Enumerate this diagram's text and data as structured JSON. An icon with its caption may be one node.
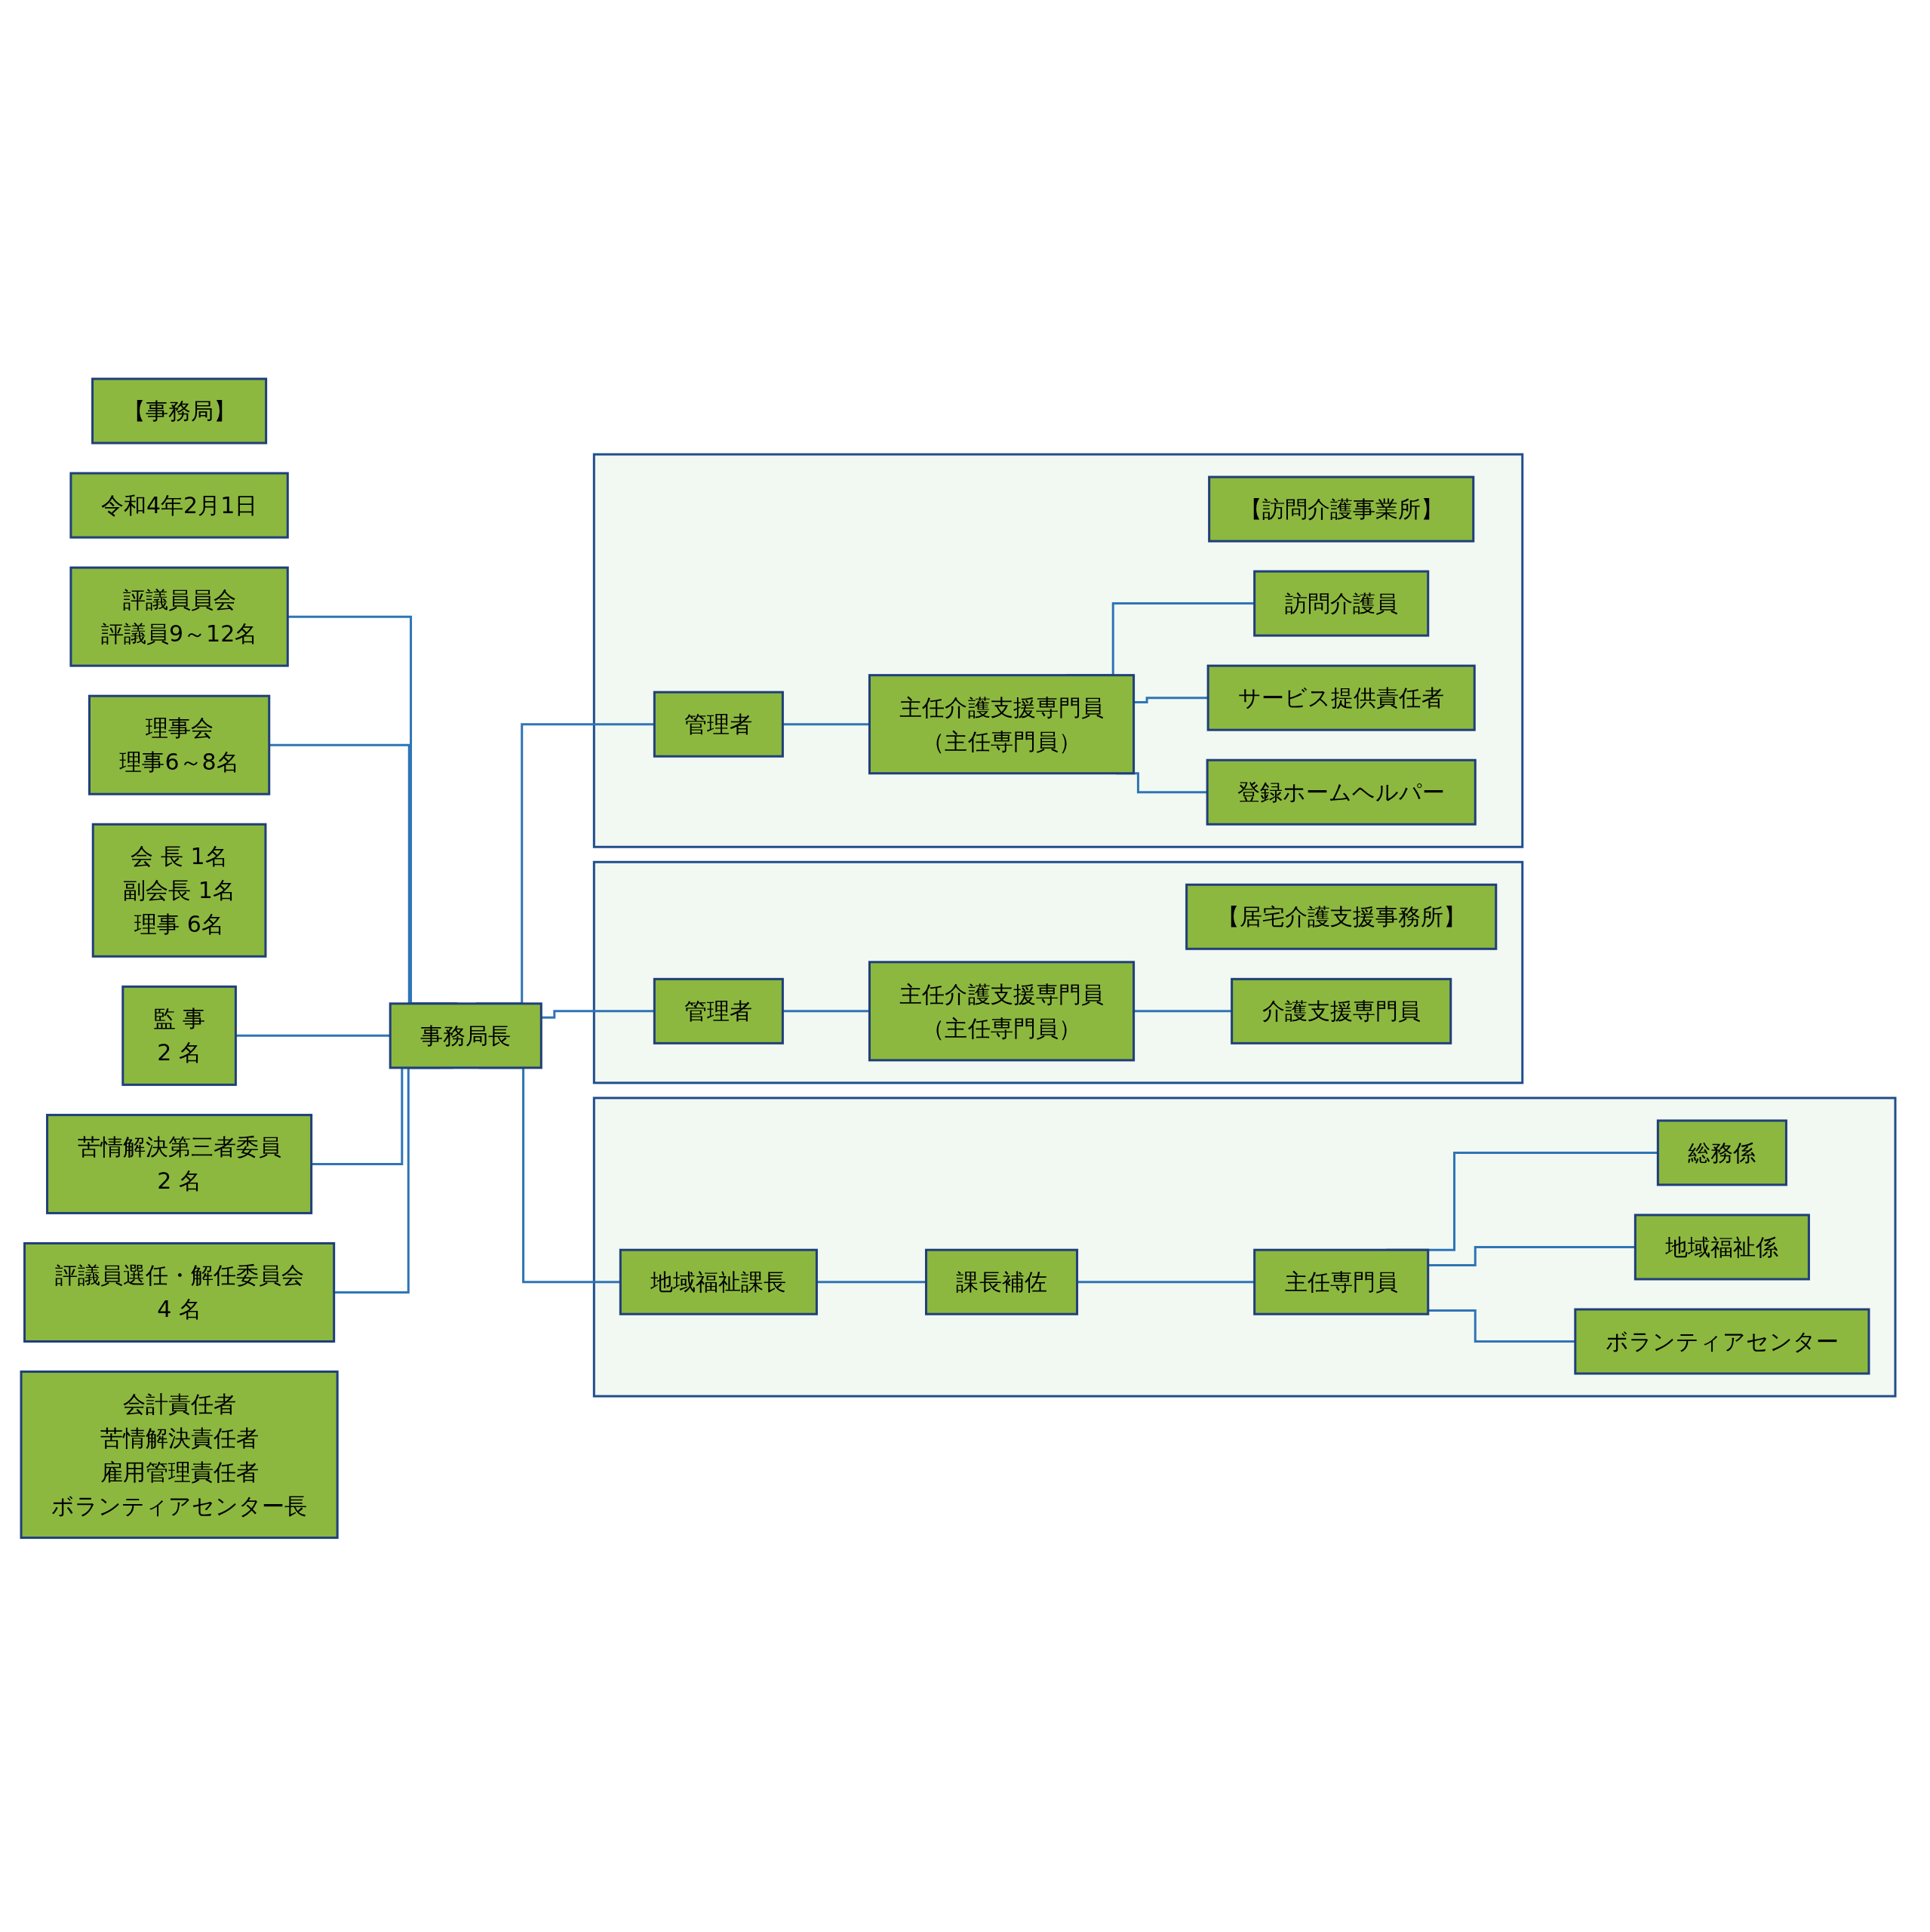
{
  "diagram": {
    "nodes": [
      {
        "text": [
          "【事務局】"
        ]
      },
      {
        "text": [
          "令和4年2月1日"
        ]
      },
      {
        "text": [
          "評議員員会",
          "評議員9～12名"
        ]
      },
      {
        "text": [
          "理事会",
          "理事6～8名"
        ]
      },
      {
        "text": [
          "会 長 1名",
          "副会長 1名",
          "理事 6名"
        ]
      },
      {
        "text": [
          "監 事",
          "2 名"
        ]
      },
      {
        "text": [
          "苦情解決第三者委員",
          "2 名"
        ]
      },
      {
        "text": [
          "評議員選任・解任委員会",
          "4 名"
        ]
      },
      {
        "text": [
          "事務局長"
        ]
      },
      {
        "text": [
          "会計責任者",
          "苦情解決責任者",
          "雇用管理責任者",
          "ボランティアセンター長"
        ]
      },
      {
        "text": [],
        "shape": "box"
      },
      {
        "text": [
          "地域福祉課長"
        ],
        "in": 10
      },
      {
        "text": [
          "課長補佐"
        ],
        "in": 10
      },
      {
        "text": [
          "主任専門員"
        ],
        "in": 10
      },
      {
        "text": [
          "総務係"
        ],
        "in": 10
      },
      {
        "text": [
          "地域福祉係"
        ],
        "in": 10
      },
      {
        "text": [
          "ボランティアセンター"
        ],
        "in": 10
      },
      {
        "text": [],
        "shape": "box"
      },
      {
        "text": [
          "【居宅介護支援事務所】"
        ],
        "in": 17
      },
      {
        "text": [
          "管理者"
        ],
        "in": 17
      },
      {
        "text": [
          "主任介護支援専門員",
          "（主任専門員）"
        ],
        "in": 17
      },
      {
        "text": [
          "介護支援専門員"
        ],
        "in": 17
      },
      {
        "text": [],
        "shape": "box"
      },
      {
        "text": [
          "【訪問介護事業所】"
        ],
        "in": 22
      },
      {
        "text": [
          "管理者"
        ],
        "in": 22
      },
      {
        "text": [
          "主任介護支援専門員",
          "（主任専門員）"
        ],
        "in": 22
      },
      {
        "text": [
          "訪問介護員"
        ],
        "in": 22
      },
      {
        "text": [
          "サービス提供責任者"
        ],
        "in": 22
      },
      {
        "text": [
          "登録ホームヘルパー"
        ],
        "in": 22
      }
    ],
    "edges": [
      {
        "from": 2,
        "to": 8,
        "arrow": "none"
      },
      {
        "from": 3,
        "to": 8,
        "arrow": "none"
      },
      {
        "from": 5,
        "to": 8,
        "arrow": "none"
      },
      {
        "from": 6,
        "to": 8,
        "arrow": "none"
      },
      {
        "from": 7,
        "to": 8,
        "arrow": "none"
      },
      {
        "from": 8,
        "to": 11,
        "arrow": "none"
      },
      {
        "from": 8,
        "to": 19,
        "arrow": "none"
      },
      {
        "from": 8,
        "to": 24,
        "arrow": "none"
      },
      {
        "from": 11,
        "to": 12,
        "arrow": "none"
      },
      {
        "from": 12,
        "to": 13,
        "arrow": "none"
      },
      {
        "from": 13,
        "to": 14,
        "arrow": "none"
      },
      {
        "from": 13,
        "to": 15,
        "arrow": "none"
      },
      {
        "from": 13,
        "to": 16,
        "arrow": "none"
      },
      {
        "from": 19,
        "to": 20,
        "arrow": "none"
      },
      {
        "from": 20,
        "to": 21,
        "arrow": "none"
      },
      {
        "from": 24,
        "to": 25,
        "arrow": "none"
      },
      {
        "from": 25,
        "to": 26,
        "arrow": "none"
      },
      {
        "from": 25,
        "to": 27,
        "arrow": "none"
      },
      {
        "from": 25,
        "to": 28,
        "arrow": "none"
      }
    ]
  }
}
